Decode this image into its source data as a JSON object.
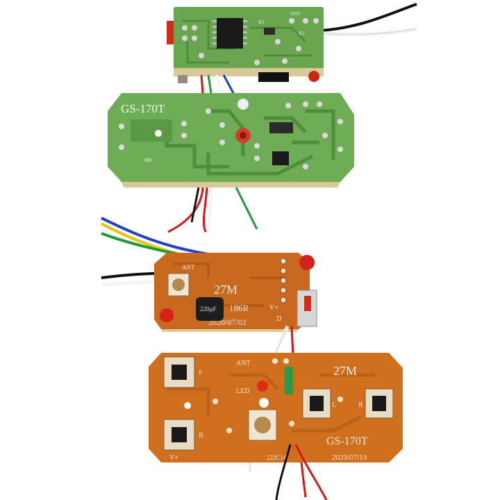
{
  "boards": {
    "green_top": {
      "silk": [
        "R3",
        "ANT",
        "R2"
      ]
    },
    "green_main": {
      "model": "GS-170T",
      "mic_label": "MK"
    },
    "orange_mid": {
      "freq": "27M",
      "chip": "186R",
      "cap": "220µF",
      "date": "2020/07/02",
      "pins": [
        "V+",
        "D"
      ],
      "ant": "ANT"
    },
    "orange_bottom": {
      "freq": "27M",
      "model": "GS-170T",
      "date": "2020/07/19",
      "code": "222C14",
      "ant": "ANT",
      "led": "LED",
      "btn_f": "F",
      "btn_b": "B",
      "btn_l": "L",
      "btn_r": "R",
      "vplus": "V+"
    }
  },
  "colors": {
    "green_pcb": "#5d9a45",
    "green_dark": "#3d7a2c",
    "orange_pcb": "#c8661c",
    "orange_light": "#d98030",
    "wire_blue": "#1f3fd0",
    "wire_yellow": "#e6c400",
    "wire_green": "#1e9a3a",
    "wire_red": "#d8161a",
    "wire_black": "#111111",
    "wire_white": "#f4f4f4"
  }
}
